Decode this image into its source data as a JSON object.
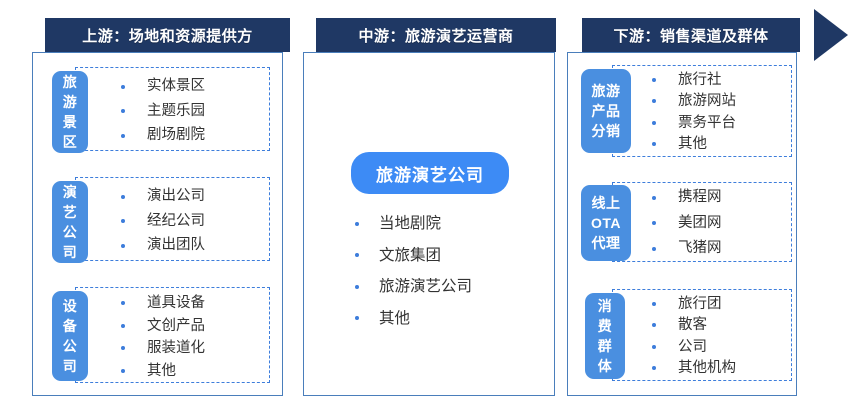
{
  "banner": {
    "segments": [
      {
        "label": "上游：场地和资源提供方"
      },
      {
        "label": "中游：旅游演艺运营商"
      },
      {
        "label": "下游：销售渠道及群体"
      }
    ],
    "arrow_icon": "right-arrow-icon",
    "color": "#1f3864"
  },
  "theme": {
    "banner_navy": "#1f3864",
    "tag_blue": "#4a8fe0",
    "pill_blue": "#3d8bf5",
    "panel_border": "#4a7ebb",
    "dash_border": "#3d7ddb",
    "bullet": "#3d7ddb",
    "text": "#333333"
  },
  "upstream": {
    "groups": [
      {
        "tag_lines": [
          "旅",
          "游",
          "景",
          "区"
        ],
        "items": [
          "实体景区",
          "主题乐园",
          "剧场剧院"
        ]
      },
      {
        "tag_lines": [
          "演",
          "艺",
          "公",
          "司"
        ],
        "items": [
          "演出公司",
          "经纪公司",
          "演出团队"
        ]
      },
      {
        "tag_lines": [
          "设",
          "备",
          "公",
          "司"
        ],
        "items": [
          "道具设备",
          "文创产品",
          "服装道化",
          "其他"
        ]
      }
    ]
  },
  "midstream": {
    "pill_label": "旅游演艺公司",
    "items": [
      "当地剧院",
      "文旅集团",
      "旅游演艺公司",
      "其他"
    ]
  },
  "downstream": {
    "groups": [
      {
        "tag_lines": [
          "旅游",
          "产品",
          "分销"
        ],
        "items": [
          "旅行社",
          "旅游网站",
          "票务平台",
          "其他"
        ]
      },
      {
        "tag_lines": [
          "线上",
          "OTA",
          "代理"
        ],
        "items": [
          "携程网",
          "美团网",
          "飞猪网"
        ]
      },
      {
        "tag_lines": [
          "消",
          "费",
          "群",
          "体"
        ],
        "items": [
          "旅行团",
          "散客",
          "公司",
          "其他机构"
        ]
      }
    ]
  }
}
